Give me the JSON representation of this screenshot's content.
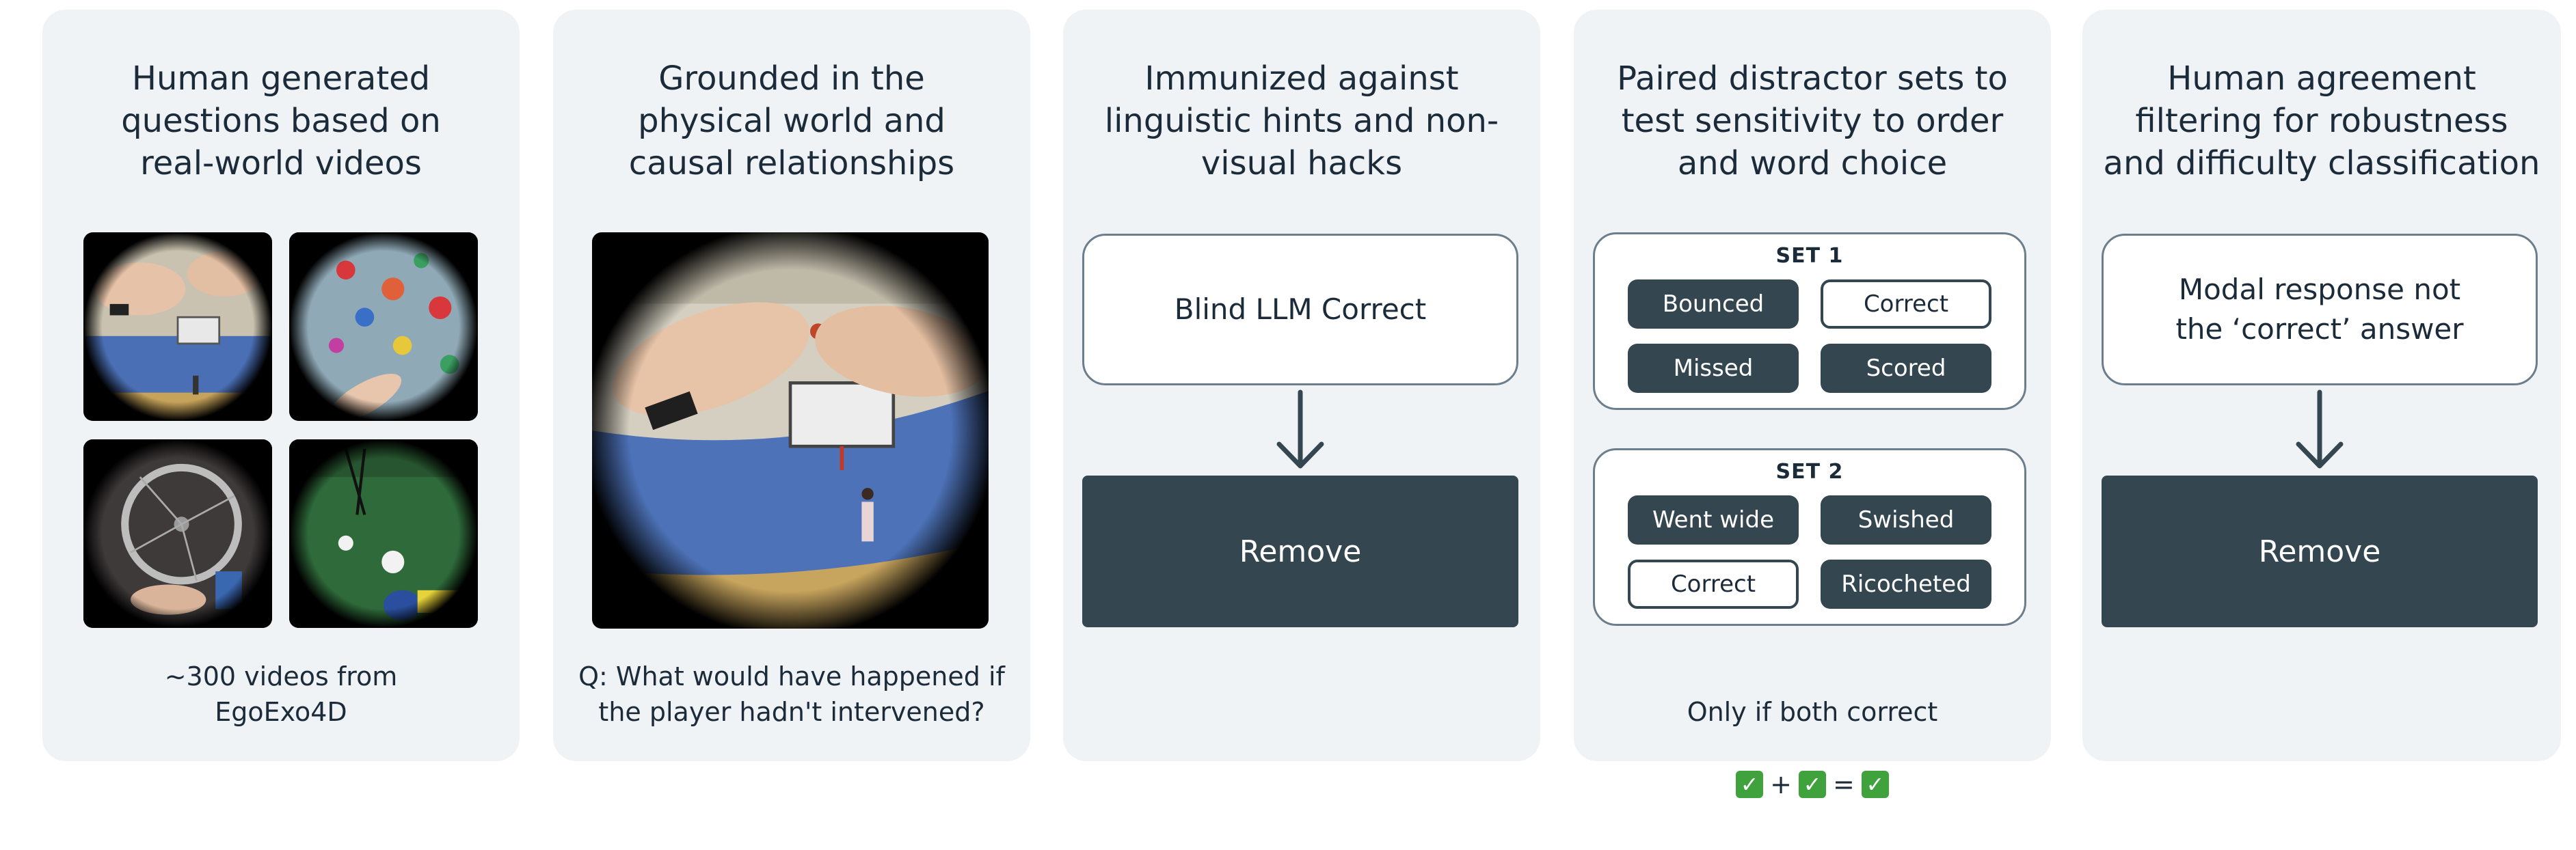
{
  "panels": [
    {
      "title": "Human generated\nquestions based on\nreal-world videos",
      "caption": "~300 videos from\nEgoExo4D"
    },
    {
      "title": "Grounded in the\nphysical world and\ncausal relationships",
      "caption": "Q: What would have happened if\nthe player hadn't intervened?"
    },
    {
      "title": "Immunized against\nlinguistic hints and non-\nvisual hacks",
      "box_top": "Blind LLM Correct",
      "box_bottom": "Remove"
    },
    {
      "title": "Paired distractor sets to\ntest sensitivity to order\nand word choice",
      "set1": {
        "label": "SET 1",
        "options": [
          "Bounced",
          "Correct",
          "Missed",
          "Scored"
        ]
      },
      "set2": {
        "label": "SET 2",
        "options": [
          "Went wide",
          "Swished",
          "Correct",
          "Ricocheted"
        ]
      },
      "caption": "Only if both correct",
      "equation": {
        "plus": "+",
        "equals": "="
      }
    },
    {
      "title": "Human agreement\nfiltering for robustness\nand difficulty classification",
      "box_top": "Modal response not\nthe ‘correct’ answer",
      "box_bottom": "Remove"
    }
  ],
  "icons": {
    "check": "check-mark-icon",
    "arrow": "arrow-down-icon"
  },
  "colors": {
    "panel_bg": "#f0f3f6",
    "dark": "#34464f",
    "border": "#6c7e8c",
    "check": "#3fa23c"
  }
}
